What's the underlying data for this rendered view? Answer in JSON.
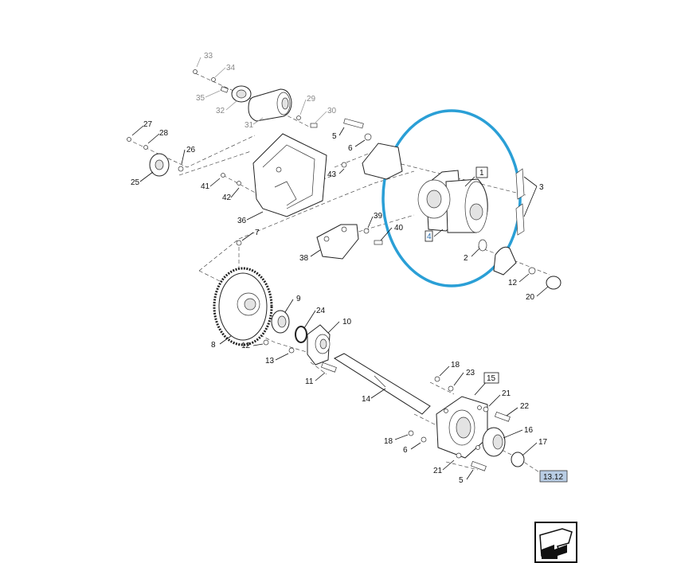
{
  "labels": {
    "l1": "1",
    "l2": "2",
    "l3": "3",
    "l4": "4",
    "l5a": "5",
    "l5b": "5",
    "l6a": "6",
    "l6b": "6",
    "l7": "7",
    "l8": "8",
    "l9": "9",
    "l10": "10",
    "l11": "11",
    "l12a": "12",
    "l12b": "12",
    "l13": "13",
    "l14": "14",
    "l15": "15",
    "l16": "16",
    "l17": "17",
    "l18a": "18",
    "l18b": "18",
    "l20": "20",
    "l21a": "21",
    "l21b": "21",
    "l22": "22",
    "l23": "23",
    "l24": "24",
    "l25": "25",
    "l26": "26",
    "l27": "27",
    "l28": "28",
    "l29": "29",
    "l30": "30",
    "l31": "31",
    "l32": "32",
    "l33": "33",
    "l34": "34",
    "l35": "35",
    "l36": "36",
    "l38": "38",
    "l39": "39",
    "l40": "40",
    "l41": "41",
    "l42": "42",
    "l43": "43"
  },
  "reference_tag": "13.12",
  "colors": {
    "highlight_ring": "#2a9fd6",
    "reference_fill": "#b9cde4"
  },
  "icons": {
    "nav": "page-arrow-icon"
  }
}
